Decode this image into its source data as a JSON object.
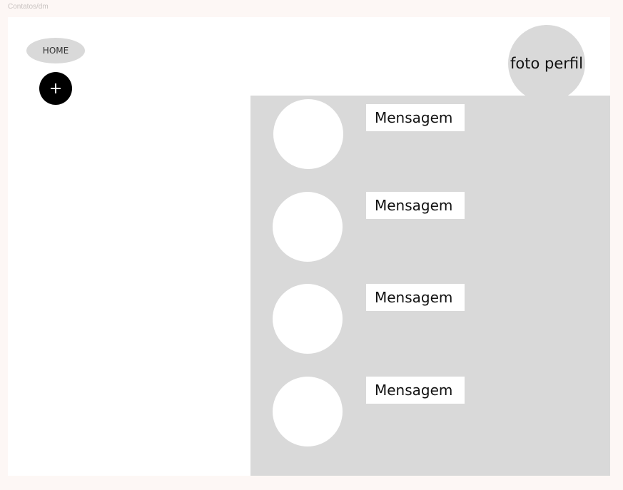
{
  "frame": {
    "title": "Contatos/dm"
  },
  "nav": {
    "home_label": "HOME",
    "add_label": "+"
  },
  "profile": {
    "photo_label": "foto perfil"
  },
  "messages": [
    {
      "label": "Mensagem"
    },
    {
      "label": "Mensagem"
    },
    {
      "label": "Mensagem"
    },
    {
      "label": "Mensagem"
    }
  ],
  "colors": {
    "page_background": "#fdf7f5",
    "frame_background": "#ffffff",
    "panel_gray": "#d9d9d9",
    "add_button": "#000000"
  }
}
